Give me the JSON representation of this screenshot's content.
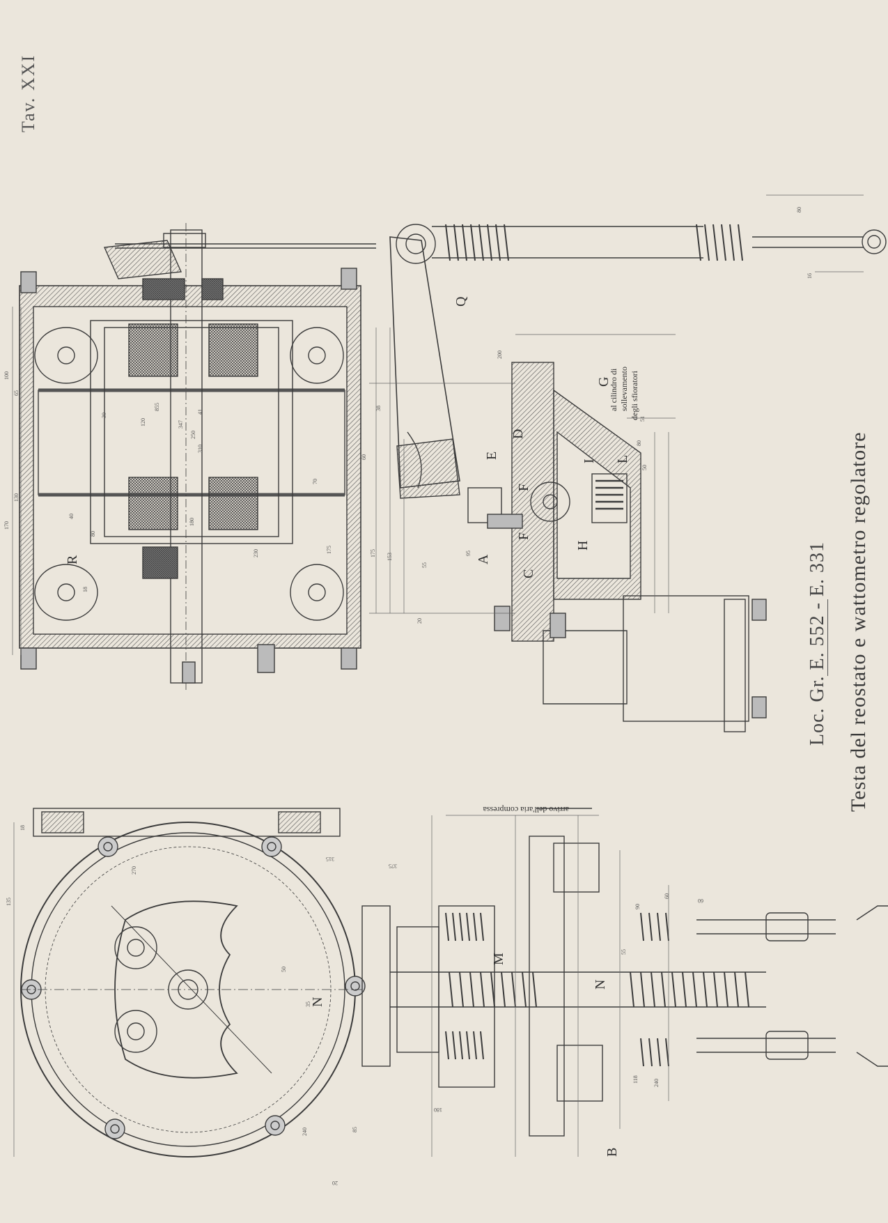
{
  "plate_label": "Tav. XXI",
  "title": "Testa del reostato e wattometro regolatore",
  "subtitle": "Loc. Gr. E. 552 - E. 331",
  "part_labels": [
    "A",
    "B",
    "C",
    "D",
    "E",
    "F",
    "F",
    "G",
    "H",
    "I",
    "L",
    "M",
    "N",
    "N",
    "Q",
    "R"
  ],
  "notes": {
    "cylinder_note_1": "al cilindro di",
    "cylinder_note_2": "sollevamento",
    "cylinder_note_3": "degli sfioratori",
    "air_inlet": "arrivo dell'aria compressa"
  },
  "dimensions": [
    "100",
    "65",
    "170",
    "130",
    "175",
    "153",
    "20",
    "55",
    "95",
    "200",
    "38",
    "60",
    "70",
    "175",
    "18",
    "40",
    "50",
    "80",
    "347",
    "41",
    "250",
    "310",
    "855",
    "120",
    "180",
    "30",
    "80",
    "230",
    "80",
    "51",
    "55",
    "60",
    "375",
    "315",
    "270",
    "135",
    "18",
    "50",
    "35",
    "85",
    "240",
    "180",
    "20",
    "90",
    "60",
    "118",
    "240",
    "16"
  ],
  "colors": {
    "paper": "#ebe6dc",
    "ink": "#3b3b3b",
    "hatch": "#555555",
    "dim_ink": "#666666"
  }
}
